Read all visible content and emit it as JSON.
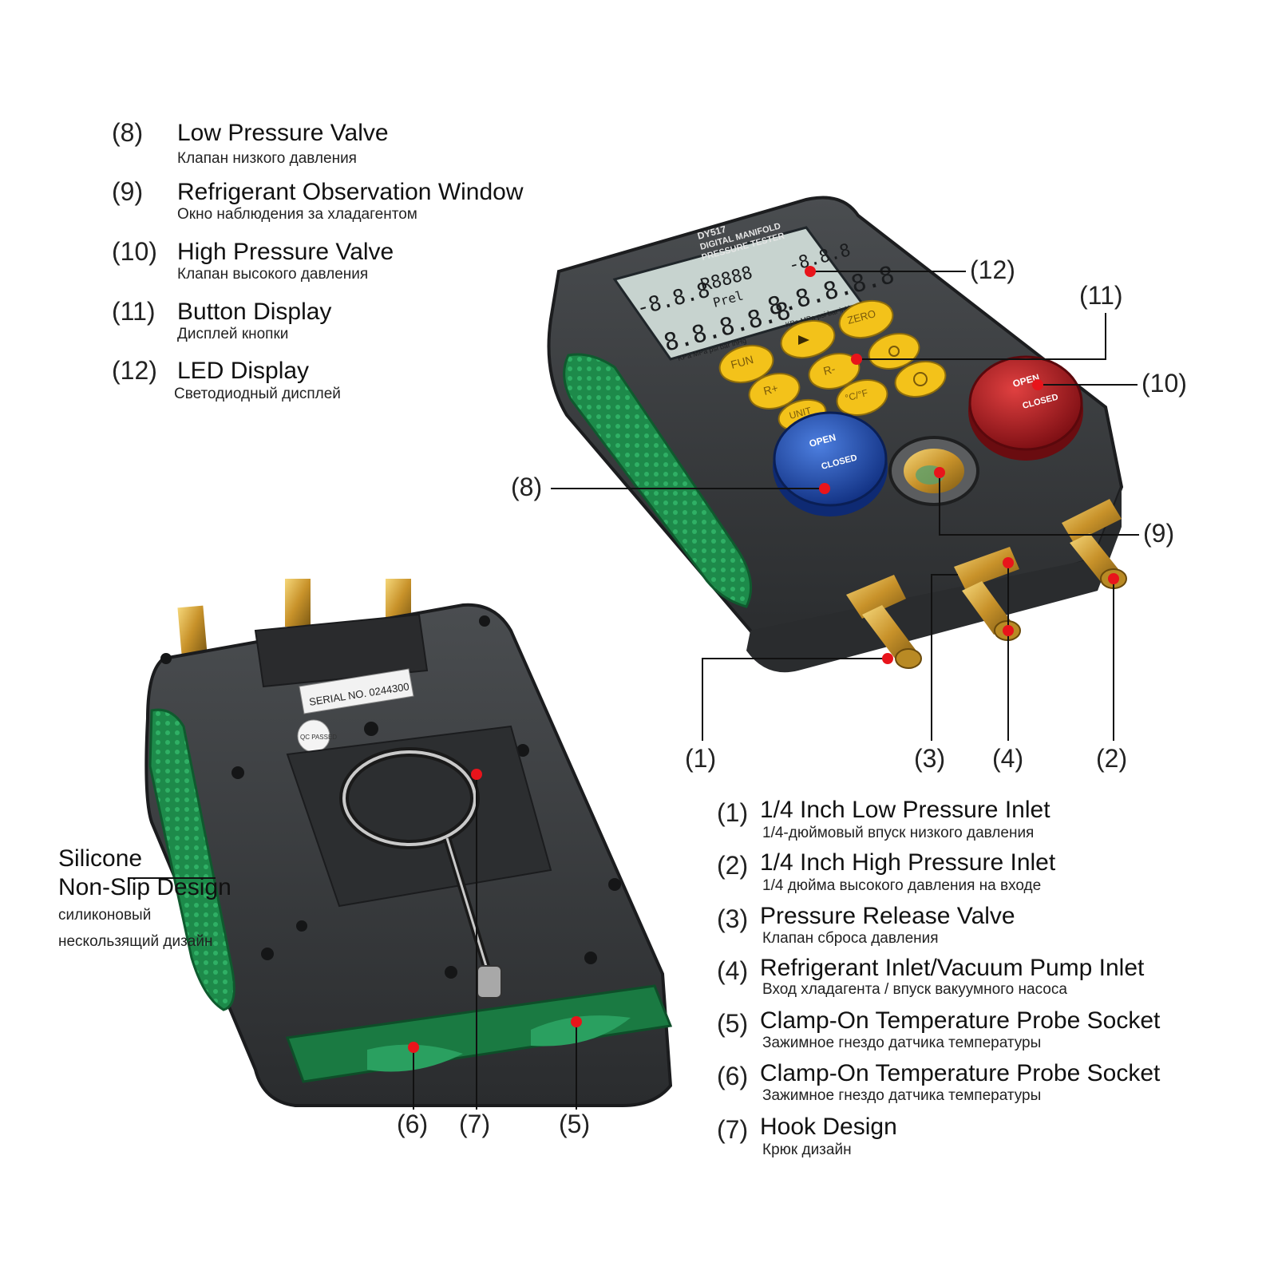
{
  "top_legend": [
    {
      "num": "(8)",
      "en": "Low Pressure Valve",
      "ru": "Клапан низкого давления"
    },
    {
      "num": "(9)",
      "en": "Refrigerant Observation Window",
      "ru": "Окно наблюдения за хладагентом"
    },
    {
      "num": "(10)",
      "en": "High Pressure Valve",
      "ru": "Клапан высокого давления"
    },
    {
      "num": "(11)",
      "en": "Button Display",
      "ru": "Дисплей кнопки"
    },
    {
      "num": "(12)",
      "en": "LED Display",
      "ru": "Светодиодный дисплей"
    }
  ],
  "bottom_legend": [
    {
      "num": "(1)",
      "en": "1/4 Inch Low Pressure Inlet",
      "ru": "1/4-дюймовый впуск низкого давления"
    },
    {
      "num": "(2)",
      "en": "1/4 Inch High Pressure Inlet",
      "ru": "1/4 дюйма высокого давления на входе"
    },
    {
      "num": "(3)",
      "en": "Pressure Release Valve",
      "ru": "Клапан сброса давления"
    },
    {
      "num": "(4)",
      "en": "Refrigerant Inlet/Vacuum Pump Inlet",
      "ru": "Вход хладагента / впуск вакуумного насоса"
    },
    {
      "num": "(5)",
      "en": "Clamp-On Temperature Probe Socket",
      "ru": "Зажимное гнездо датчика температуры"
    },
    {
      "num": "(6)",
      "en": "Clamp-On Temperature Probe Socket",
      "ru": "Зажимное гнездо датчика температуры"
    },
    {
      "num": "(7)",
      "en": "Hook Design",
      "ru": "Крюк дизайн"
    }
  ],
  "callouts": {
    "c1": "(1)",
    "c2": "(2)",
    "c3": "(3)",
    "c4": "(4)",
    "c5": "(5)",
    "c6": "(6)",
    "c7": "(7)",
    "c8": "(8)",
    "c9": "(9)",
    "c10": "(10)",
    "c11": "(11)",
    "c12": "(12)"
  },
  "silicone": {
    "en_line1": "Silicone",
    "en_line2": "Non-Slip Design",
    "ru_line1": "силиконовый",
    "ru_line2": "нескользящий дизайн"
  },
  "device": {
    "model": "DY517",
    "subtitle1": "DIGITAL MANIFOLD",
    "subtitle2": "PRESSURE TESTER",
    "lcd_digits_left": "8.8.8.8.8",
    "lcd_digits_right": "8.8.8.8.8",
    "lcd_small": "-8.8.8",
    "lcd_r": "R8888",
    "lcd_prel": "Prel",
    "lcd_units": "KPa MPa psi bar inHg",
    "btn_fun": "FUN",
    "btn_zero": "ZERO",
    "btn_rplus": "R+",
    "btn_rminus": "R-",
    "btn_cf": "°C/°F",
    "btn_unit": "UNIT",
    "knob_open": "OPEN",
    "knob_closed": "CLOSED",
    "serial": "SERIAL NO. 0244300",
    "qc": "QC PASSED"
  },
  "colors": {
    "callout_dot": "#e8141b",
    "body": "#3a3d40",
    "grip": "#1f8a4c",
    "button": "#f3c21a",
    "knob_low": "#1f4fb5",
    "knob_high": "#b51c24",
    "brass": "#d4a535"
  }
}
